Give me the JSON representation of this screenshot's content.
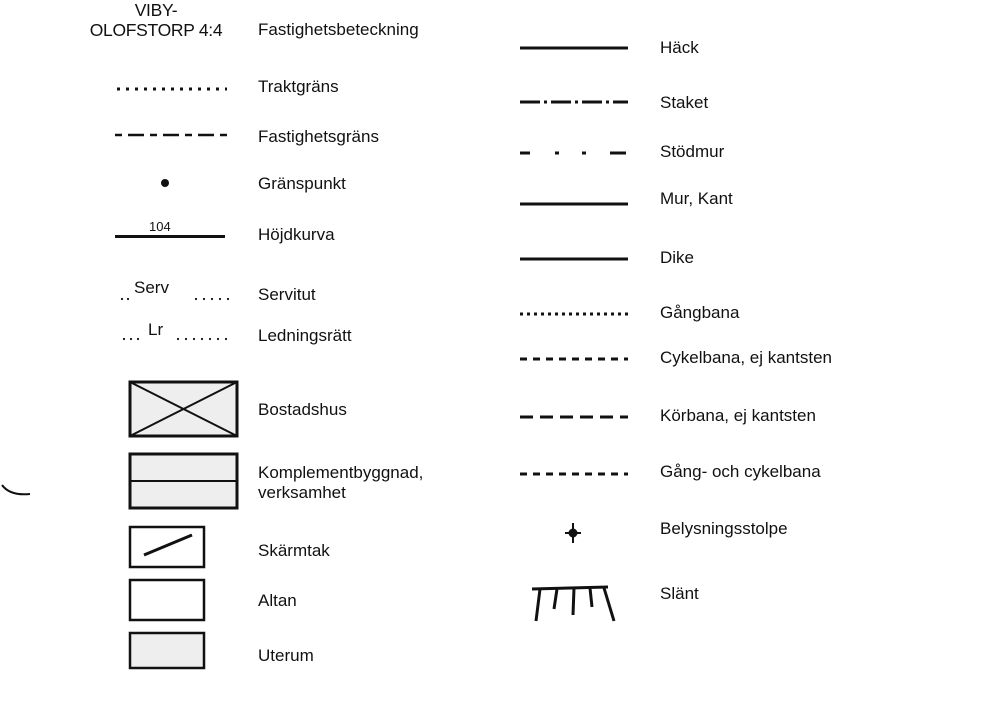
{
  "legend": {
    "parcel_label_example": [
      "VIBY-",
      "OLOFSTORP 4:4"
    ],
    "left": [
      {
        "key": "fastighetsbeteckning",
        "label": "Fastighetsbeteckning"
      },
      {
        "key": "traktgrans",
        "label": "Traktgräns"
      },
      {
        "key": "fastighetsgrans",
        "label": "Fastighetsgräns"
      },
      {
        "key": "granspunkt",
        "label": "Gränspunkt"
      },
      {
        "key": "hojdkurva",
        "label": "Höjdkurva",
        "symbol_text": "104"
      },
      {
        "key": "servitut",
        "label": "Servitut",
        "symbol_text": "Serv"
      },
      {
        "key": "ledningsratt",
        "label": "Ledningsrätt",
        "symbol_text": "Lr"
      },
      {
        "key": "bostadshus",
        "label": "Bostadshus"
      },
      {
        "key": "komplementbyggnad",
        "label_lines": [
          "Komplementbyggnad,",
          "verksamhet"
        ]
      },
      {
        "key": "skarmtak",
        "label": "Skärmtak"
      },
      {
        "key": "altan",
        "label": "Altan"
      },
      {
        "key": "uterum",
        "label": "Uterum"
      }
    ],
    "right": [
      {
        "key": "hack",
        "label": "Häck"
      },
      {
        "key": "staket",
        "label": "Staket"
      },
      {
        "key": "stodmur",
        "label": "Stödmur"
      },
      {
        "key": "mur_kant",
        "label": "Mur, Kant"
      },
      {
        "key": "dike",
        "label": "Dike"
      },
      {
        "key": "gangbana",
        "label": "Gångbana"
      },
      {
        "key": "cykelbana",
        "label": "Cykelbana, ej kantsten"
      },
      {
        "key": "korbana",
        "label": "Körbana, ej kantsten"
      },
      {
        "key": "gang_cykelbana",
        "label": "Gång- och cykelbana"
      },
      {
        "key": "belysningsstolpe",
        "label": "Belysningsstolpe"
      },
      {
        "key": "slant",
        "label": "Slänt"
      }
    ]
  },
  "colors": {
    "line": "#111111",
    "building_fill": "#eeeeee",
    "background": "#ffffff"
  }
}
